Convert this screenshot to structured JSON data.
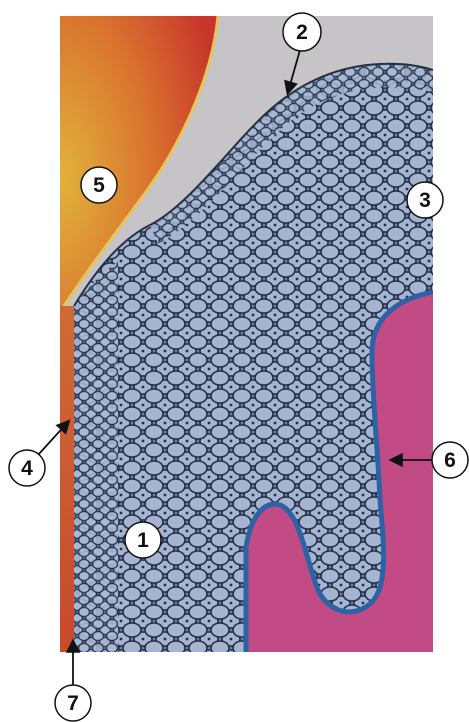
{
  "callouts": [
    {
      "id": "1",
      "label": "1"
    },
    {
      "id": "2",
      "label": "2"
    },
    {
      "id": "3",
      "label": "3"
    },
    {
      "id": "4",
      "label": "4"
    },
    {
      "id": "5",
      "label": "5"
    },
    {
      "id": "6",
      "label": "6"
    },
    {
      "id": "7",
      "label": "7"
    }
  ],
  "colors": {
    "page": "#ffffff",
    "background_panel": "#c7c4c8",
    "enamel_light": "#e2b33b",
    "enamel_dark": "#c8352c",
    "connective_tissue": "#c24b86",
    "epithelium_fill": "#6f7f9e",
    "cell_outline": "#233047",
    "basal_layer": "#2c63a5",
    "left_strip": "#c8582f"
  }
}
